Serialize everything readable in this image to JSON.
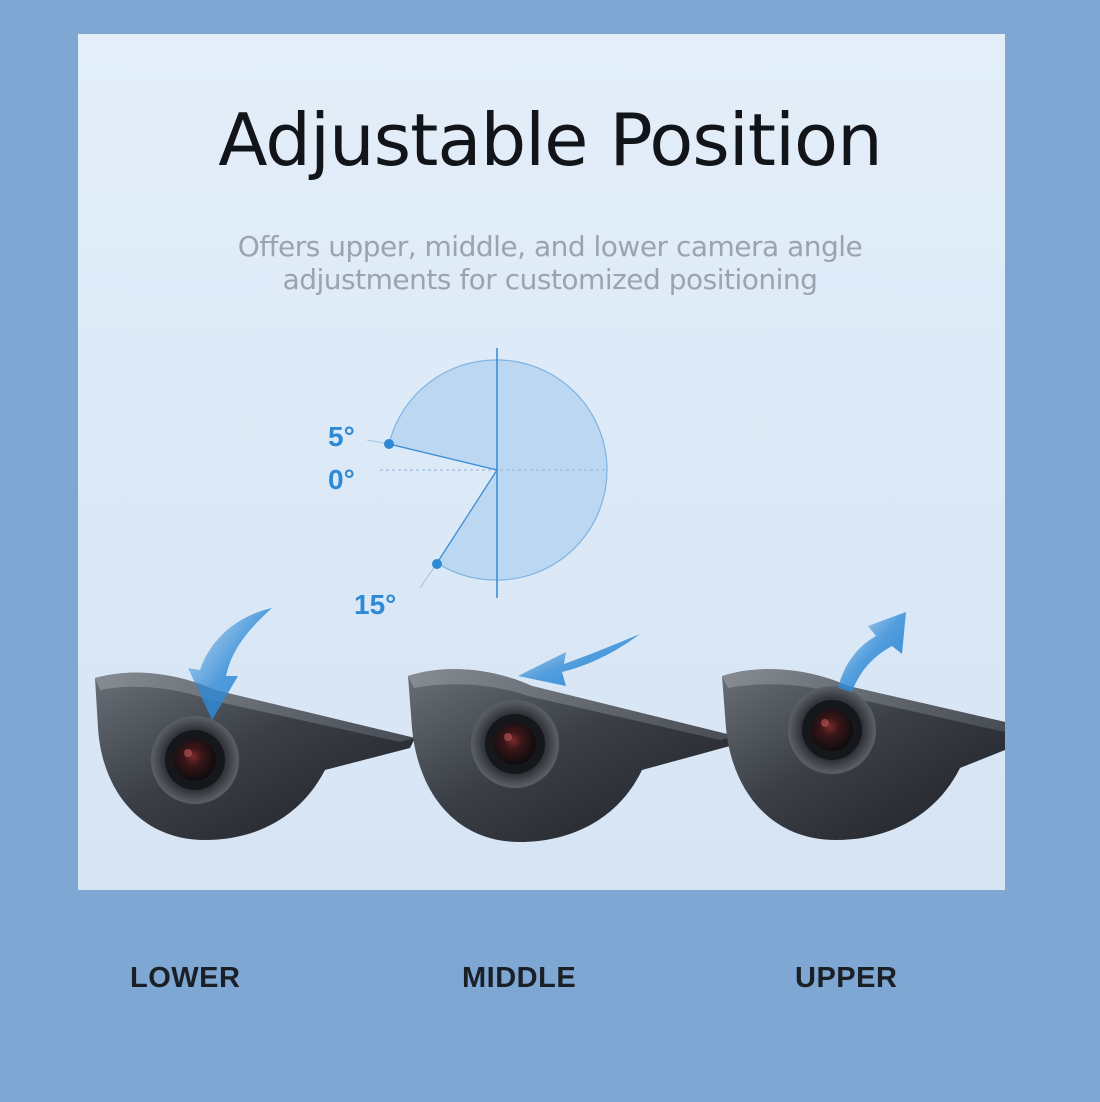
{
  "header": {
    "title": "Adjustable Position",
    "subtitle_lines": [
      "Offers upper, middle, and lower camera angle",
      "adjustments for customized positioning"
    ]
  },
  "angle_diagram": {
    "labels": [
      "5°",
      "0°",
      "15°"
    ],
    "color": "#2f8ad6"
  },
  "positions": [
    {
      "label": "LOWER",
      "arrow": "curved-arrow-down-icon"
    },
    {
      "label": "MIDDLE",
      "arrow": "curved-arrow-left-icon"
    },
    {
      "label": "UPPER",
      "arrow": "curved-arrow-up-icon"
    }
  ],
  "colors": {
    "background": "#7ea7d3",
    "panel": "#e3eef9",
    "accent": "#2f8ad6",
    "title": "#111418",
    "subtitle": "#9aa4ad"
  }
}
